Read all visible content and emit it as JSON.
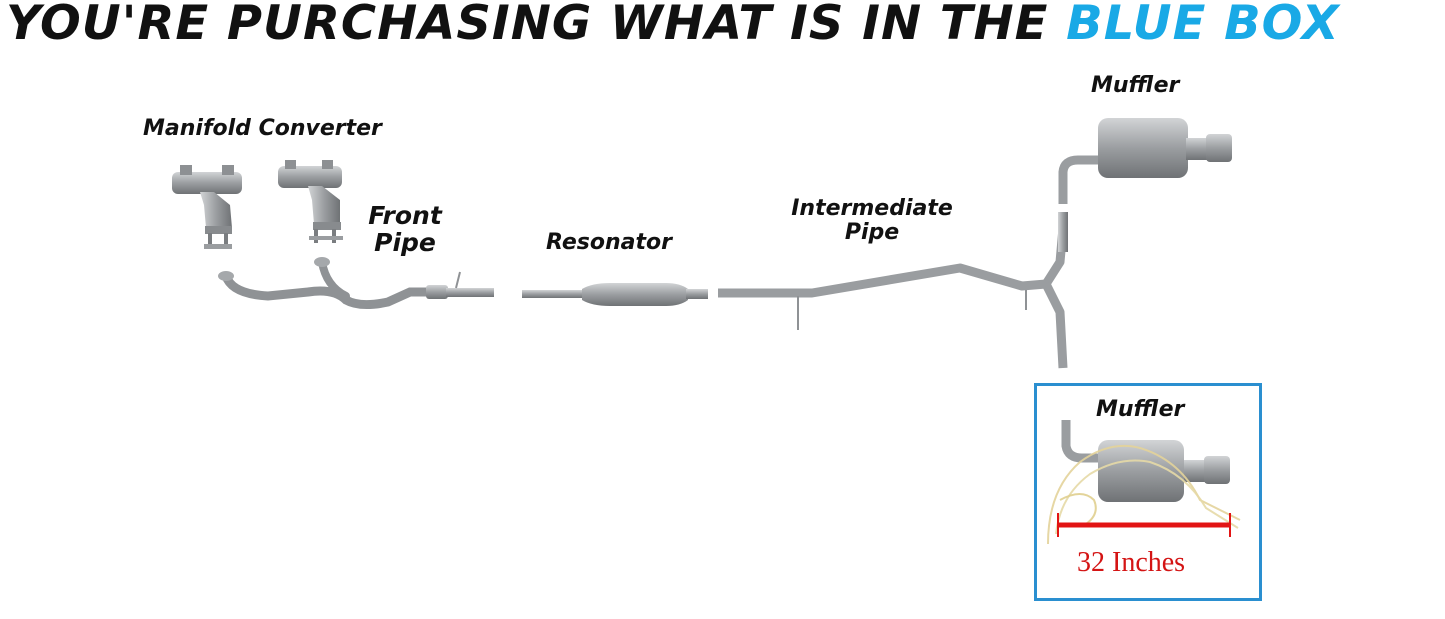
{
  "headline": {
    "prefix": "YOU'RE PURCHASING WHAT IS IN THE ",
    "highlight": "BLUE BOX"
  },
  "colors": {
    "highlight": "#19a9e6",
    "box_border": "#2a8fd0",
    "measure": "#d41414",
    "pipe": "#a9acaf"
  },
  "labels": {
    "manifold_converter": "Manifold Converter",
    "front_pipe_line1": "Front",
    "front_pipe_line2": "Pipe",
    "resonator": "Resonator",
    "intermediate_line1": "Intermediate",
    "intermediate_line2": "Pipe",
    "muffler_top": "Muffler",
    "muffler_box": "Muffler"
  },
  "measurement": "32 Inches"
}
